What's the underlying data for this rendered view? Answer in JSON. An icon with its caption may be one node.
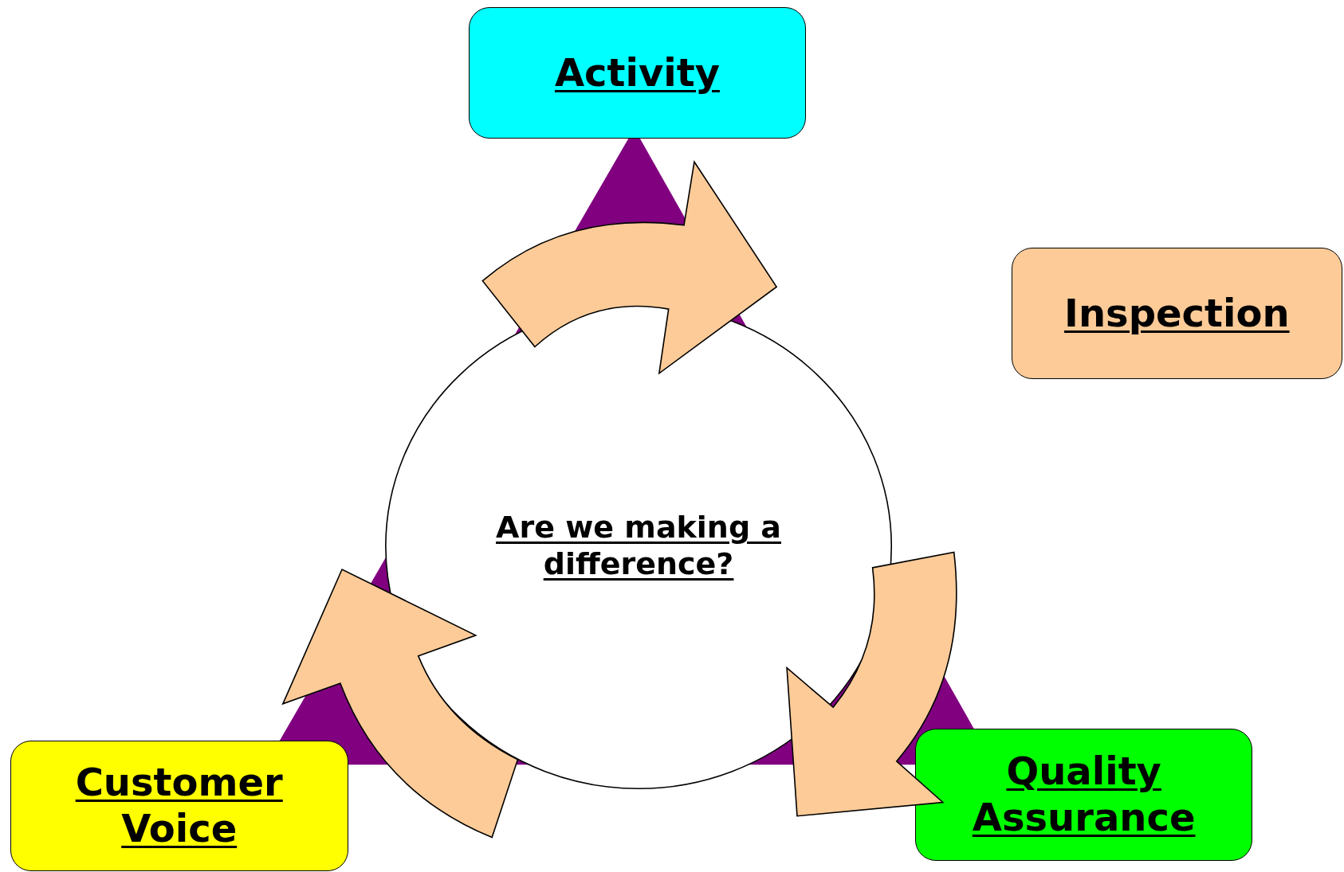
{
  "diagram": {
    "nodes": [
      {
        "text": [
          "Activity"
        ]
      },
      {
        "text": [
          "Inspection"
        ]
      },
      {
        "text": [
          "Are we making a difference?"
        ]
      },
      {
        "text": [
          "Customer Voice"
        ]
      },
      {
        "text": [
          "Quality Assurance"
        ]
      }
    ]
  }
}
